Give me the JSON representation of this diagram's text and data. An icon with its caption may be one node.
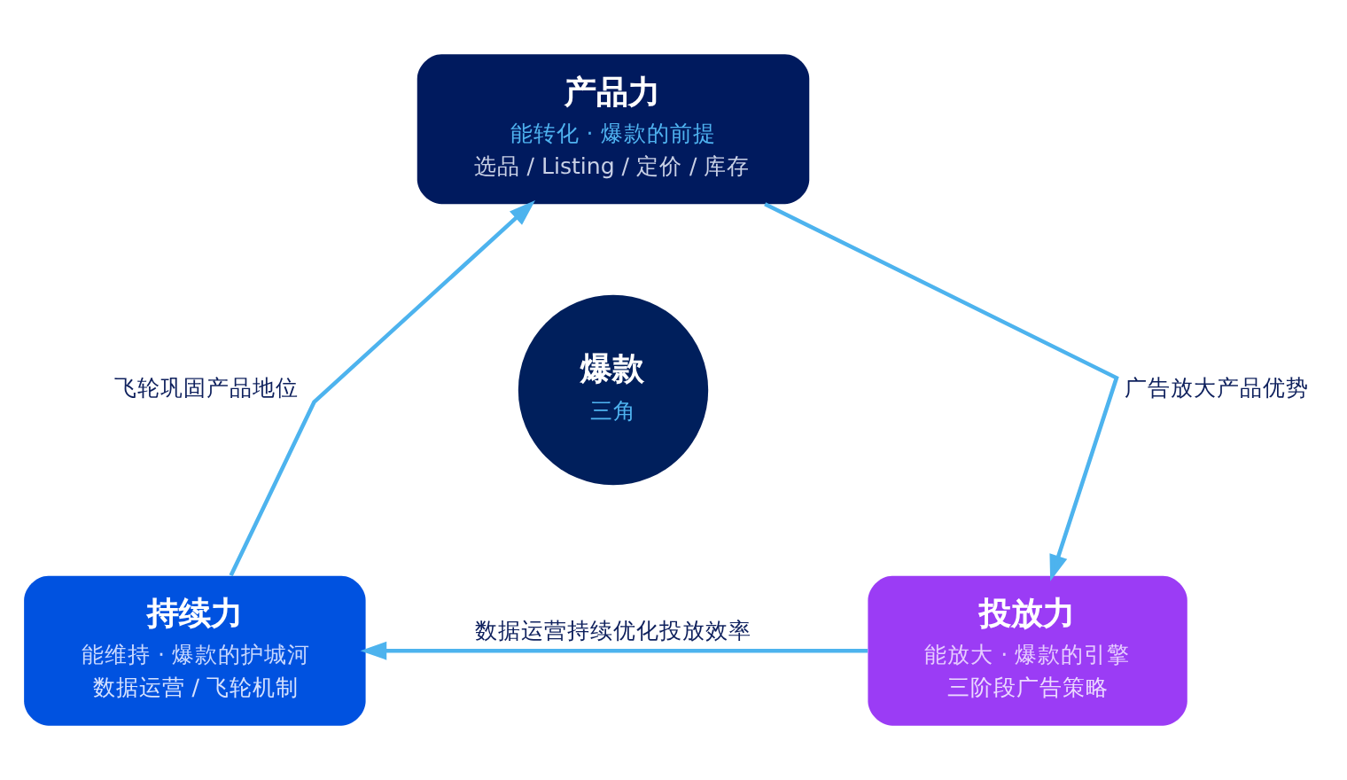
{
  "diagram": {
    "nodes": [
      {
        "text": [
          "产品力",
          "能转化 · 爆款的前提",
          "选品 / Listing / 定价 / 库存"
        ]
      },
      {
        "text": [
          "爆款",
          "三角"
        ]
      },
      {
        "text": [
          "持续力",
          "能维持 · 爆款的护城河",
          "数据运营 / 飞轮机制"
        ]
      },
      {
        "text": [
          "投放力",
          "能放大 · 爆款的引擎",
          "三阶段广告策略"
        ]
      }
    ],
    "edges": [
      {
        "from": 0,
        "to": 3,
        "arrow": "to",
        "label": "广告放大产品优势"
      },
      {
        "from": 3,
        "to": 2,
        "arrow": "to",
        "label": "数据运营持续优化投放效率"
      },
      {
        "from": 2,
        "to": 0,
        "arrow": "to",
        "label": "飞轮巩固产品地位"
      }
    ]
  }
}
